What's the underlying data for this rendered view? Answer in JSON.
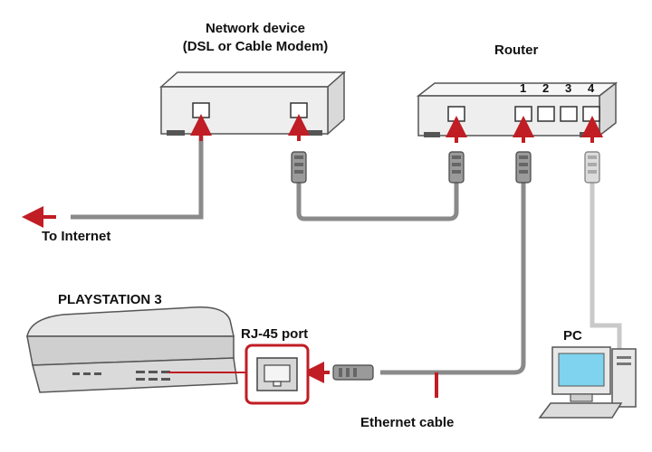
{
  "labels": {
    "network_device_line1": "Network device",
    "network_device_line2": "(DSL or Cable Modem)",
    "router": "Router",
    "to_internet": "To Internet",
    "playstation": "PLAYSTATION 3",
    "rj45_port": "RJ-45 port",
    "pc": "PC",
    "ethernet_cable": "Ethernet cable"
  },
  "router_ports": [
    "1",
    "2",
    "3",
    "4"
  ],
  "colors": {
    "arrow": "#c01d24",
    "cable_dark": "#8a8a8a",
    "cable_light": "#c9c9c9",
    "device_fill": "#eeeeee",
    "device_stroke": "#555555",
    "screen": "#7fd3ee"
  },
  "icons": [
    "modem-icon",
    "router-icon",
    "playstation-icon",
    "pc-icon",
    "rj45-port-icon",
    "arrow-icon"
  ]
}
